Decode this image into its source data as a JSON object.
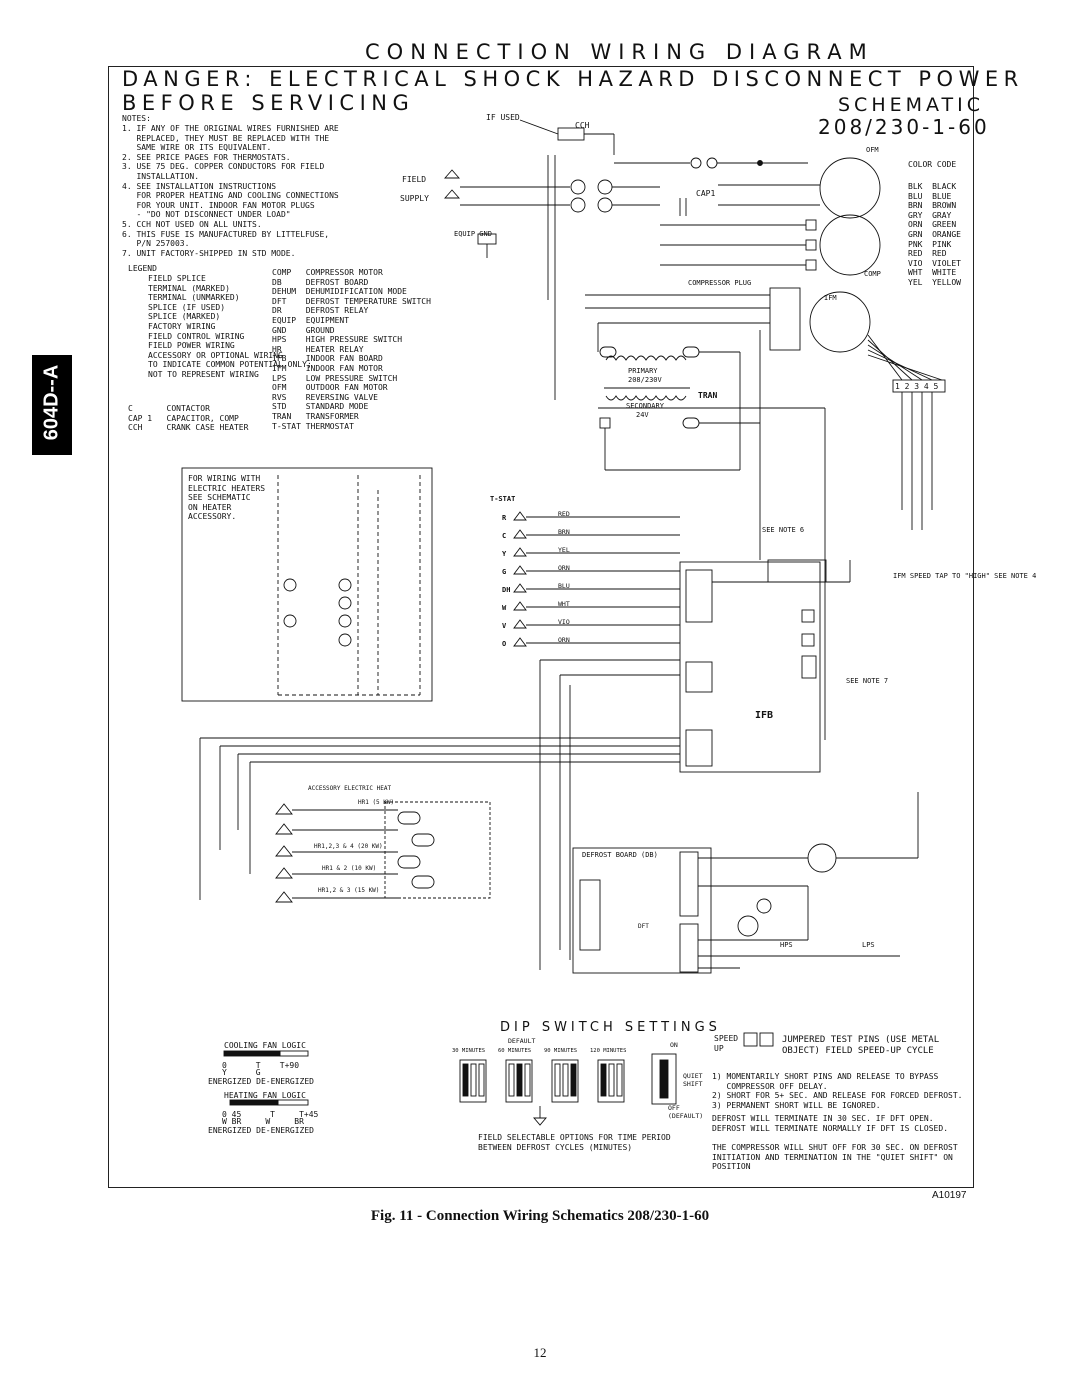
{
  "header": {
    "title": "CONNECTION WIRING DIAGRAM",
    "danger": "DANGER: ELECTRICAL SHOCK HAZARD DISCONNECT POWER BEFORE SERVICING",
    "schematic": "SCHEMATIC",
    "voltage": "208/230-1-60"
  },
  "side_tab": "604D--A",
  "notes": {
    "heading": "NOTES:",
    "items": [
      "1. IF ANY OF THE ORIGINAL WIRES FURNISHED ARE",
      "   REPLACED, THEY MUST BE REPLACED WITH THE",
      "   SAME WIRE OR ITS EQUIVALENT.",
      "2. SEE PRICE PAGES FOR THERMOSTATS.",
      "3. USE 75 DEG. COPPER CONDUCTORS FOR FIELD",
      "   INSTALLATION.",
      "4. SEE INSTALLATION INSTRUCTIONS",
      "   FOR PROPER HEATING AND COOLING CONNECTIONS",
      "   FOR YOUR UNIT. INDOOR FAN MOTOR PLUGS",
      "   - \"DO NOT DISCONNECT UNDER LOAD\"",
      "5. CCH NOT USED ON ALL UNITS.",
      "6. THIS FUSE IS MANUFACTURED BY LITTELFUSE,",
      "   P/N 257003.",
      "7. UNIT FACTORY-SHIPPED IN STD MODE."
    ]
  },
  "legend": {
    "heading": "LEGEND",
    "symbols": [
      "FIELD SPLICE",
      "TERMINAL (MARKED)",
      "TERMINAL (UNMARKED)",
      "SPLICE (IF USED)",
      "SPLICE (MARKED)",
      "FACTORY WIRING",
      "FIELD CONTROL WIRING",
      "FIELD POWER WIRING",
      "ACCESSORY OR OPTIONAL WIRING",
      "TO INDICATE COMMON POTENTIAL ONLY;",
      "NOT TO REPRESENT WIRING"
    ],
    "abbrevs": [
      [
        "COMP",
        "COMPRESSOR MOTOR"
      ],
      [
        "DB",
        "DEFROST BOARD"
      ],
      [
        "DEHUM",
        "DEHUMIDIFICATION MODE"
      ],
      [
        "DFT",
        "DEFROST TEMPERATURE SWITCH"
      ],
      [
        "DR",
        "DEFROST RELAY"
      ],
      [
        "EQUIP",
        "EQUIPMENT"
      ],
      [
        "GND",
        "GROUND"
      ],
      [
        "HPS",
        "HIGH PRESSURE SWITCH"
      ],
      [
        "HR",
        "HEATER RELAY"
      ],
      [
        "IFB",
        "INDOOR FAN BOARD"
      ],
      [
        "IFM",
        "INDOOR FAN MOTOR"
      ],
      [
        "LPS",
        "LOW PRESSURE SWITCH"
      ],
      [
        "OFM",
        "OUTDOOR FAN MOTOR"
      ],
      [
        "RVS",
        "REVERSING VALVE"
      ],
      [
        "STD",
        "STANDARD MODE"
      ],
      [
        "TRAN",
        "TRANSFORMER"
      ],
      [
        "T-STAT",
        "THERMOSTAT"
      ]
    ],
    "abbrevs_left": [
      [
        "C",
        "CONTACTOR"
      ],
      [
        "CAP 1",
        "CAPACITOR, COMP"
      ],
      [
        "CCH",
        "CRANK CASE HEATER"
      ]
    ]
  },
  "color_code": {
    "heading": "COLOR CODE",
    "items": [
      [
        "BLK",
        "BLACK"
      ],
      [
        "BLU",
        "BLUE"
      ],
      [
        "BRN",
        "BROWN"
      ],
      [
        "GRY",
        "GRAY"
      ],
      [
        "ORN",
        "GREEN"
      ],
      [
        "GRN",
        "ORANGE"
      ],
      [
        "PNK",
        "PINK"
      ],
      [
        "RED",
        "RED"
      ],
      [
        "VIO",
        "VIOLET"
      ],
      [
        "WHT",
        "WHITE"
      ],
      [
        "YEL",
        "YELLOW"
      ]
    ]
  },
  "heater_note": "FOR WIRING WITH\nELECTRIC HEATERS\nSEE SCHEMATIC\nON HEATER\nACCESSORY.",
  "labels": {
    "if_used": "IF USED",
    "cch": "CCH",
    "field": "FIELD",
    "supply": "SUPPLY",
    "equip_gnd": "EQUIP GND",
    "ofm": "OFM",
    "comp": "COMP",
    "cap1": "CAP1",
    "compressor_plug": "COMPRESSOR PLUG",
    "ifm": "IFM",
    "primary": "PRIMARY",
    "primary_v": "208/230V",
    "secondary": "SECONDARY",
    "secondary_v": "24V",
    "tran": "TRAN",
    "tstat": "T-STAT",
    "ifb": "IFB",
    "see_note6": "SEE NOTE 6",
    "see_note7": "SEE NOTE 7",
    "ifm_speed": "IFM SPEED TAP\nTO \"HIGH\"\nSEE NOTE 4",
    "speed_taps": "1 2 3 4 5",
    "accessory_heat": "ACCESSORY ELECTRIC HEAT",
    "defrost_board": "DEFROST BOARD (DB)",
    "hr1": "HR1 (5 KW)",
    "hr1234": "HR1,2,3 & 4 (20 KW)",
    "hr12": "HR1 & 2 (10 KW)",
    "hr123": "HR1,2 & 3 (15 KW)",
    "hps": "HPS",
    "lps": "LPS",
    "dft": "DFT",
    "a_code": "A10197"
  },
  "tstat_terminals": [
    "R",
    "C",
    "Y",
    "G",
    "DH",
    "W",
    "V",
    "O"
  ],
  "tstat_wires": [
    "RED",
    "BRN",
    "YEL",
    "ORN",
    "BLU",
    "WHT",
    "VIO",
    "ORN"
  ],
  "fan_logic": {
    "cooling_title": "COOLING FAN LOGIC",
    "cooling_marks": "0      T    T+90",
    "cooling_colors": "Y      G",
    "heating_title": "HEATING FAN LOGIC",
    "heating_marks": "0 45      T     T+45",
    "heating_colors": "W BR     W     BR",
    "energized": "ENERGIZED DE-ENERGIZED"
  },
  "dip": {
    "title": "DIP SWITCH SETTINGS",
    "default": "DEFAULT",
    "options": [
      "30 MINUTES",
      "60 MINUTES",
      "90 MINUTES",
      "120 MINUTES"
    ],
    "field_selectable": "FIELD SELECTABLE OPTIONS FOR TIME PERIOD\nBETWEEN DEFROST CYCLES (MINUTES)",
    "speed_up": "SPEED\nUP",
    "jumpered": "JUMPERED TEST PINS (USE METAL\nOBJECT) FIELD SPEED-UP CYCLE",
    "speedup_steps": "1) MOMENTARILY SHORT PINS AND RELEASE TO BYPASS\n   COMPRESSOR OFF DELAY.\n2) SHORT FOR 5+ SEC. AND RELEASE FOR FORCED DEFROST.\n3) PERMANENT SHORT WILL BE IGNORED.",
    "defrost_terminate": "DEFROST WILL TERMINATE IN 30 SEC. IF DFT OPEN.\nDEFROST WILL TERMINATE NORMALLY IF DFT IS CLOSED.",
    "compressor_note": "THE COMPRESSOR WILL SHUT OFF FOR 30 SEC. ON DEFROST\nINITIATION AND TERMINATION IN THE \"QUIET SHIFT\" ON\nPOSITION",
    "on": "ON",
    "off": "OFF\n(DEFAULT)",
    "quiet": "QUIET\nSHIFT"
  },
  "caption": "Fig. 11 - Connection Wiring Schematics 208/230-1-60",
  "page_number": "12"
}
